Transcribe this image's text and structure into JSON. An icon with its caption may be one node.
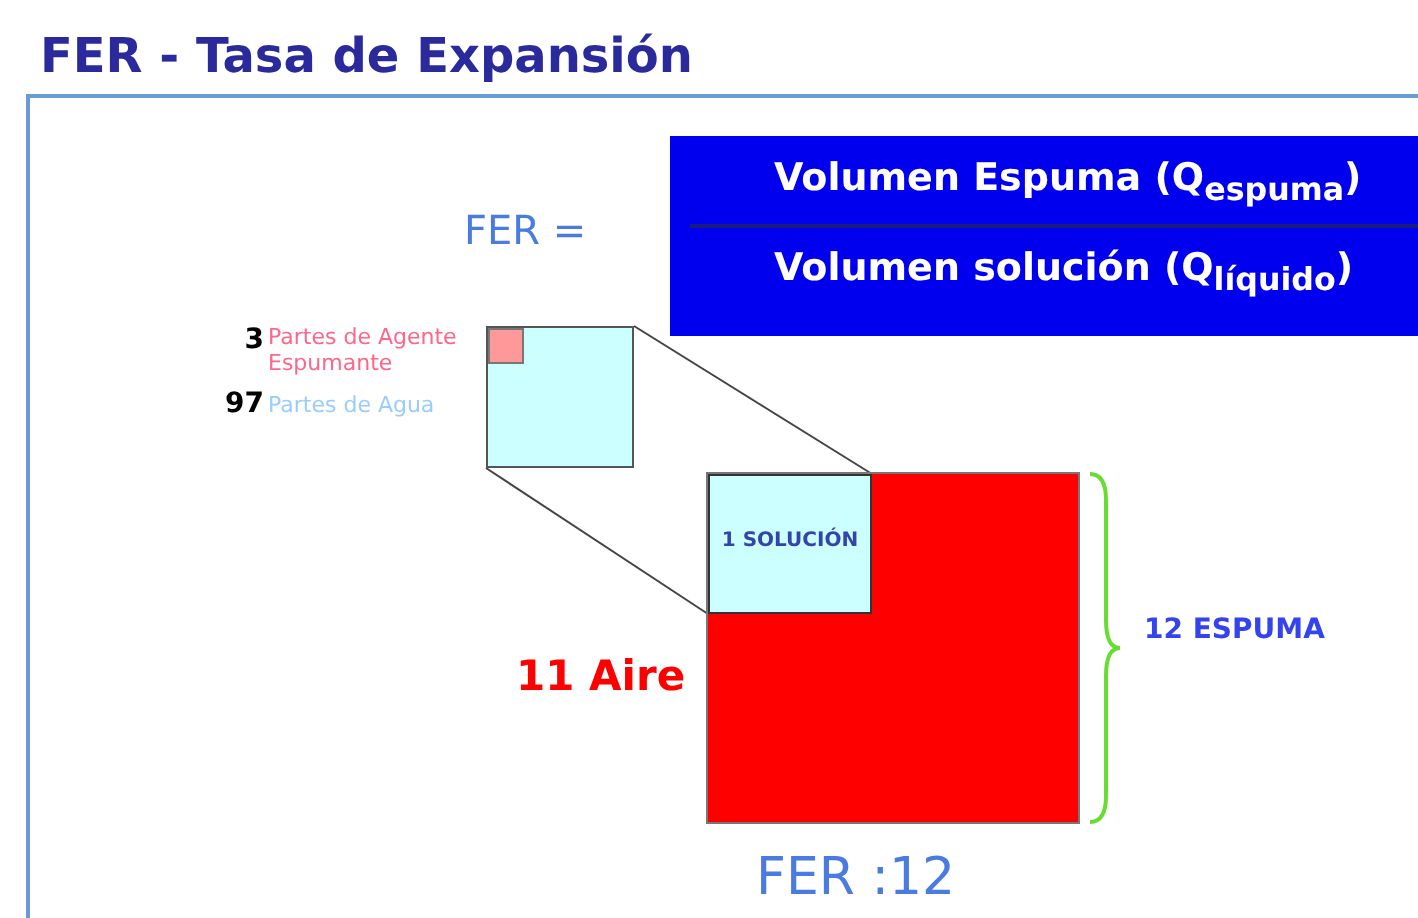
{
  "diagram": {
    "title": "FER - Tasa de Expansión",
    "nodes": [
      {
        "text": [],
        "shape": "box"
      },
      {
        "text": [],
        "shape": "box",
        "in": 0
      },
      {
        "text": [],
        "shape": "box"
      },
      {
        "text": [
          "1 SOLUCIÓN"
        ],
        "in": 2
      },
      {
        "text": [
          "Volumen Espuma (Q$_{espuma}$)",
          "Volumen solución (Q$_{líquido}$)"
        ]
      }
    ],
    "edges": [
      {
        "from": 0,
        "to": 3,
        "arrow": "none"
      },
      {
        "from": 0,
        "to": 3,
        "arrow": "none"
      }
    ],
    "labels": [
      "FER =",
      "3",
      "Partes de Agente Espumante",
      "97",
      "Partes de Agua",
      "11 Aire",
      "12 ESPUMA",
      "FER :12"
    ]
  }
}
